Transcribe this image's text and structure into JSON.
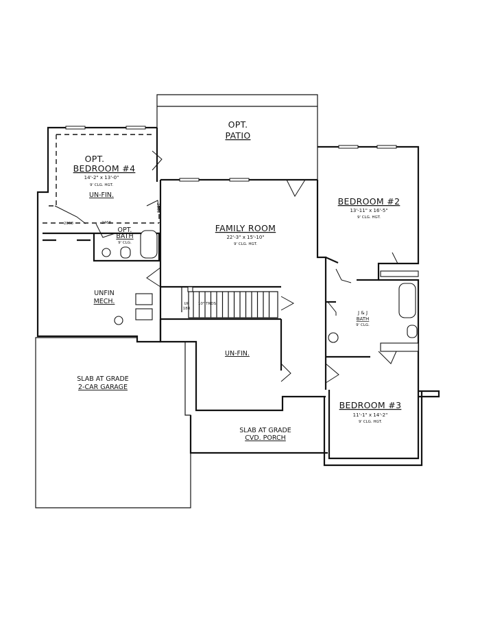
{
  "rooms": {
    "patio": {
      "line1": "OPT.",
      "line2": "PATIO"
    },
    "bedroom4": {
      "line1": "OPT.",
      "line2": "BEDROOM #4",
      "dims": "14'-2\" x 13'-0\"",
      "ceiling": "9' CLG. HGT.",
      "note": "UN-FIN."
    },
    "opt_bath": {
      "line1": "OPT.",
      "line2": "BATH",
      "ceiling": "9' CLG."
    },
    "family_room": {
      "name": "FAMILY ROOM",
      "dims": "22'-3\" x 15'-10\"",
      "ceiling": "9' CLG. HGT."
    },
    "bedroom2": {
      "name": "BEDROOM #2",
      "dims": "13'-11\" x 16'-5\"",
      "ceiling": "9' CLG. HGT."
    },
    "jj_bath": {
      "line1": "J & J",
      "line2": "BATH",
      "ceiling": "9' CLG."
    },
    "mech": {
      "line1": "UNFIN",
      "line2": "MECH."
    },
    "unfin": {
      "name": "UN-FIN."
    },
    "garage": {
      "line1": "SLAB AT GRADE",
      "line2": "2-CAR GARAGE"
    },
    "porch": {
      "line1": "SLAB AT GRADE",
      "line2": "CVD. PORCH"
    },
    "bedroom3": {
      "name": "BEDROOM #3",
      "dims": "11'-1\" x 14'-2\"",
      "ceiling": "9' CLG. HGT."
    }
  },
  "annotations": {
    "stair_up": "UP",
    "stair_rise": "18R",
    "stair_treads": "10\" TRDS",
    "door_2868_a": "2868",
    "door_2868_b": "2868",
    "door_2468": "2468"
  }
}
